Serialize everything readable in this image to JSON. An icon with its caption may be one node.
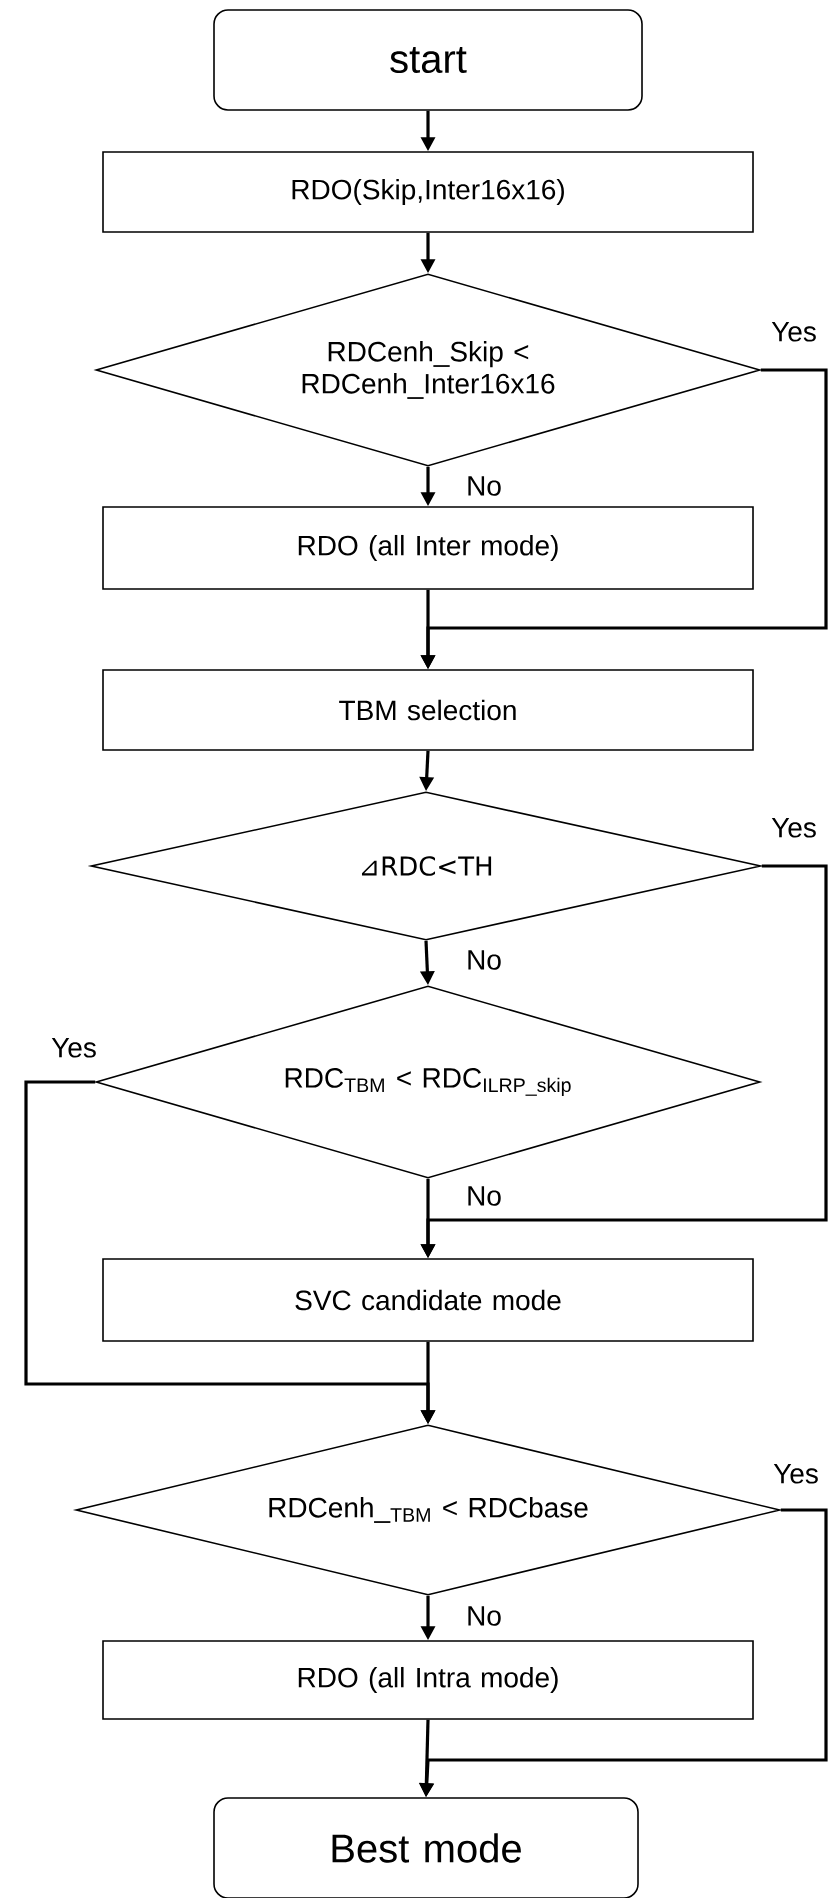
{
  "diagram": {
    "nodes": [
      {
        "text": [
          "start"
        ]
      },
      {
        "text": [
          "RDO(Skip,Inter16x16)"
        ]
      },
      {
        "text": [
          "RDCenh_Skip < RDCenh_Inter16x16"
        ]
      },
      {
        "text": [
          "RDO (all Inter mode)"
        ]
      },
      {
        "text": [
          "TBM selection"
        ]
      },
      {
        "text": [
          "⊿RDC<TH"
        ]
      },
      {
        "text": [
          "RDC$_{TBM}$ < RDC$_{ILRP_skip}$"
        ]
      },
      {
        "text": [
          "SVC candidate mode"
        ]
      },
      {
        "text": [
          "RDCenh_$_{TBM}$ < RDCbase"
        ]
      },
      {
        "text": [
          "RDO (all Intra mode)"
        ]
      },
      {
        "text": [
          "Best mode"
        ]
      }
    ],
    "edges": [
      {
        "from": 0,
        "to": 1,
        "arrow": "to"
      },
      {
        "from": 1,
        "to": 2,
        "arrow": "to"
      },
      {
        "from": 2,
        "to": 3,
        "arrow": "to",
        "label": "No"
      },
      {
        "from": 2,
        "to": 4,
        "arrow": "to",
        "label": "Yes"
      },
      {
        "from": 3,
        "to": 4,
        "arrow": "to"
      },
      {
        "from": 4,
        "to": 5,
        "arrow": "to"
      },
      {
        "from": 5,
        "to": 6,
        "arrow": "to",
        "label": "No"
      },
      {
        "from": 5,
        "to": 7,
        "arrow": "to",
        "label": "Yes"
      },
      {
        "from": 6,
        "to": 7,
        "arrow": "to",
        "label": "No"
      },
      {
        "from": 6,
        "to": 8,
        "arrow": "to",
        "label": "Yes"
      },
      {
        "from": 7,
        "to": 8,
        "arrow": "to"
      },
      {
        "from": 8,
        "to": 9,
        "arrow": "to",
        "label": "No"
      },
      {
        "from": 8,
        "to": 10,
        "arrow": "to",
        "label": "Yes"
      },
      {
        "from": 9,
        "to": 10,
        "arrow": "to"
      }
    ]
  }
}
